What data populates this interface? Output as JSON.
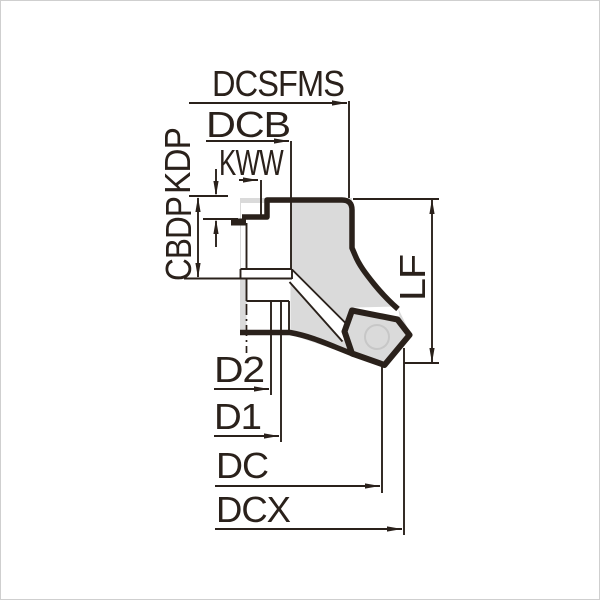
{
  "diagram": {
    "type": "technical-dimension-drawing",
    "subject": "face-mill-cutter-side-profile",
    "dimension_labels": {
      "dcsfms": "DCSFMS",
      "dcb": "DCB",
      "kww": "KWW",
      "kdp": "KDP",
      "cbdp": "CBDP",
      "lf": "LF",
      "d2": "D2",
      "d1": "D1",
      "dc": "DC",
      "dcx": "DCX"
    },
    "colors": {
      "ink": "#2a211b",
      "body_fill": "#dadada",
      "background": "#ffffff",
      "border": "#cfcfcf"
    }
  }
}
